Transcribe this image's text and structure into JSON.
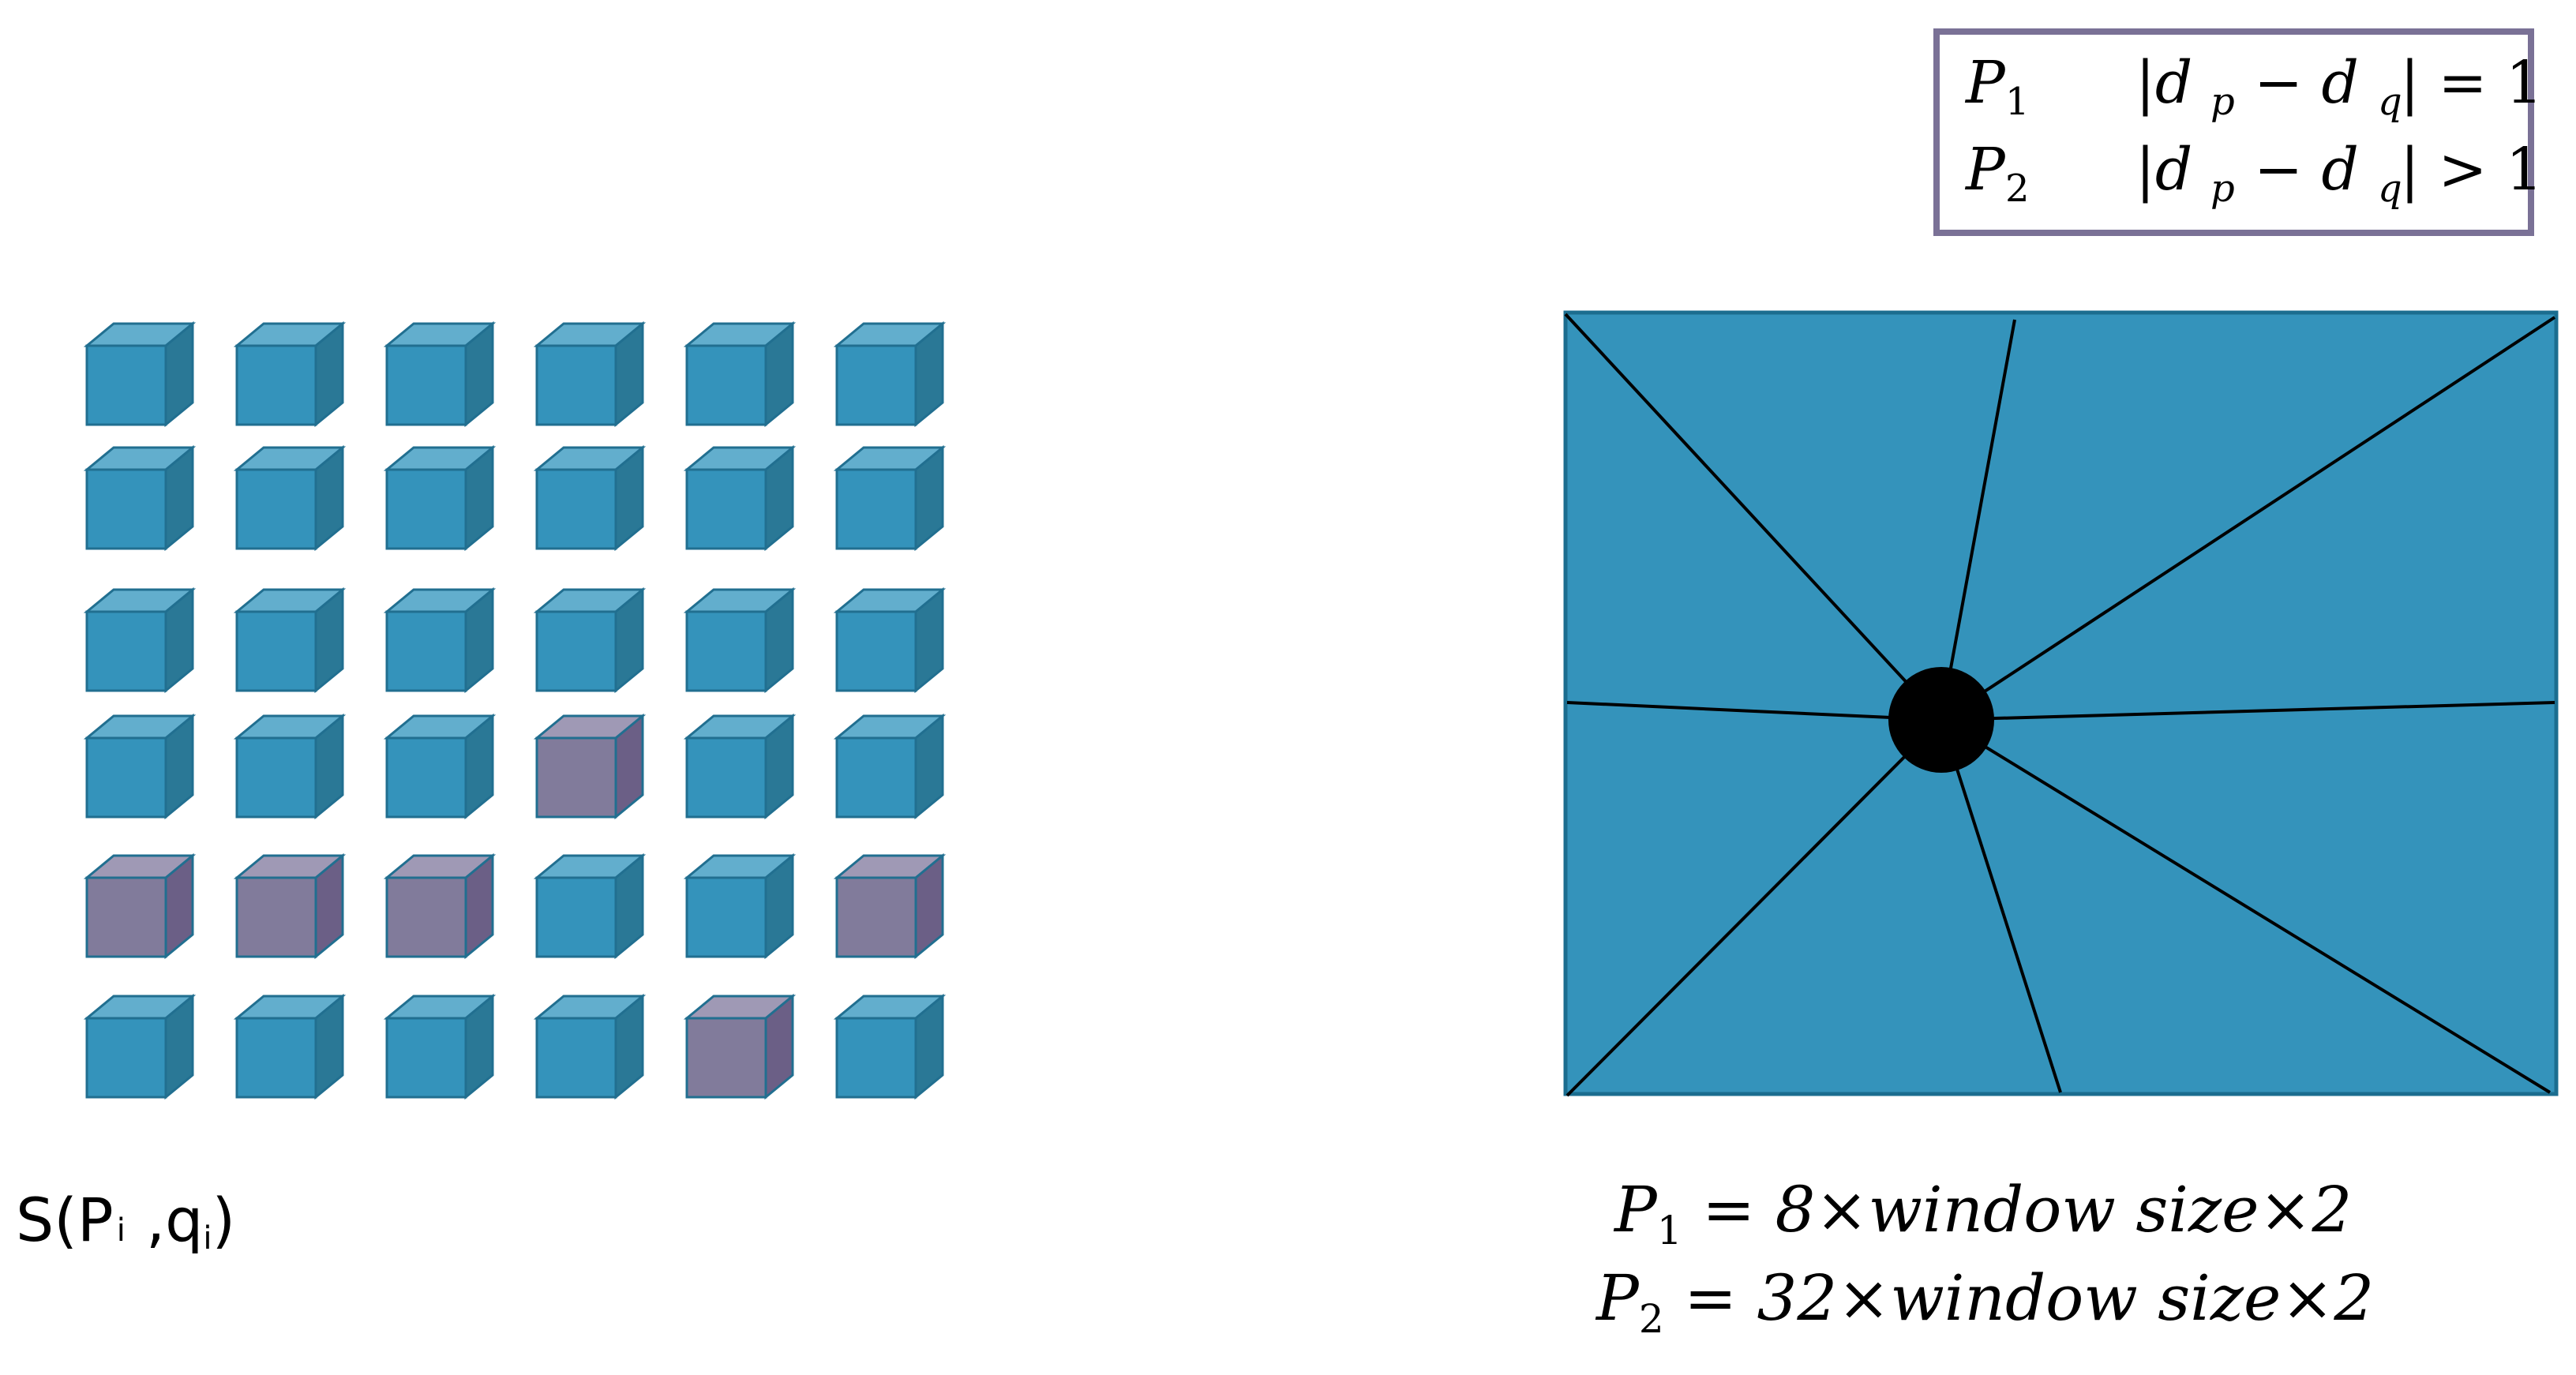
{
  "legend": {
    "rows": [
      {
        "symbol": "P",
        "sub": "1",
        "cond": "|d",
        "p": "p",
        "minus": "− d",
        "q": "q",
        "rel": "| = 1"
      },
      {
        "symbol": "P",
        "sub": "2",
        "cond": "|d",
        "p": "p",
        "minus": "− d",
        "q": "q",
        "rel": "| > 1"
      }
    ]
  },
  "grid": {
    "rows": 6,
    "cols": 6,
    "highlighted": [
      [
        3,
        3
      ],
      [
        4,
        0
      ],
      [
        4,
        1
      ],
      [
        4,
        2
      ],
      [
        4,
        5
      ],
      [
        5,
        4
      ]
    ],
    "colors": {
      "normal_front": "#3493bb",
      "normal_top": "#62aecd",
      "normal_side": "#2a7896",
      "highlight_front": "#817b9b",
      "highlight_top": "#9f99b5",
      "highlight_side": "#6b5f86",
      "stroke": "#216f90"
    }
  },
  "grid_label": {
    "prefix": "S(P",
    "sub1": "i",
    "mid": " ,q",
    "sub2": "i",
    "suffix": ")"
  },
  "panel": {
    "fill": "#3493bb",
    "border": "#1b6d8f",
    "center_dot": "#000000"
  },
  "formulas": [
    {
      "symbol": "P",
      "sub": "1",
      "text": " = 8×window size×2"
    },
    {
      "symbol": "P",
      "sub": "2",
      "text": " = 32×window size×2"
    }
  ]
}
